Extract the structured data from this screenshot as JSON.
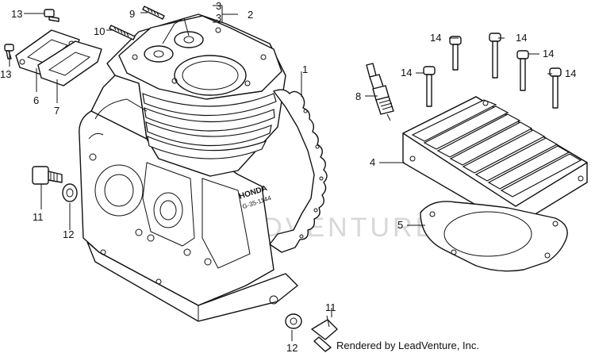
{
  "diagram": {
    "callouts": {
      "c1": "1",
      "c2": "2",
      "c3a": "3",
      "c3b": "3",
      "c4": "4",
      "c5": "5",
      "c6": "6",
      "c7": "7",
      "c8": "8",
      "c9": "9",
      "c10": "10",
      "c11a": "11",
      "c11b": "11",
      "c12a": "12",
      "c12b": "12",
      "c13a": "13",
      "c13b": "13",
      "c14a": "14",
      "c14b": "14",
      "c14c": "14",
      "c14d": "14",
      "c14e": "14"
    },
    "engine_stamp": "HONDA",
    "engine_model": "G-35-1144",
    "watermark": "LEADVENTURE",
    "credit": "Rendered by LeadVenture, Inc."
  }
}
